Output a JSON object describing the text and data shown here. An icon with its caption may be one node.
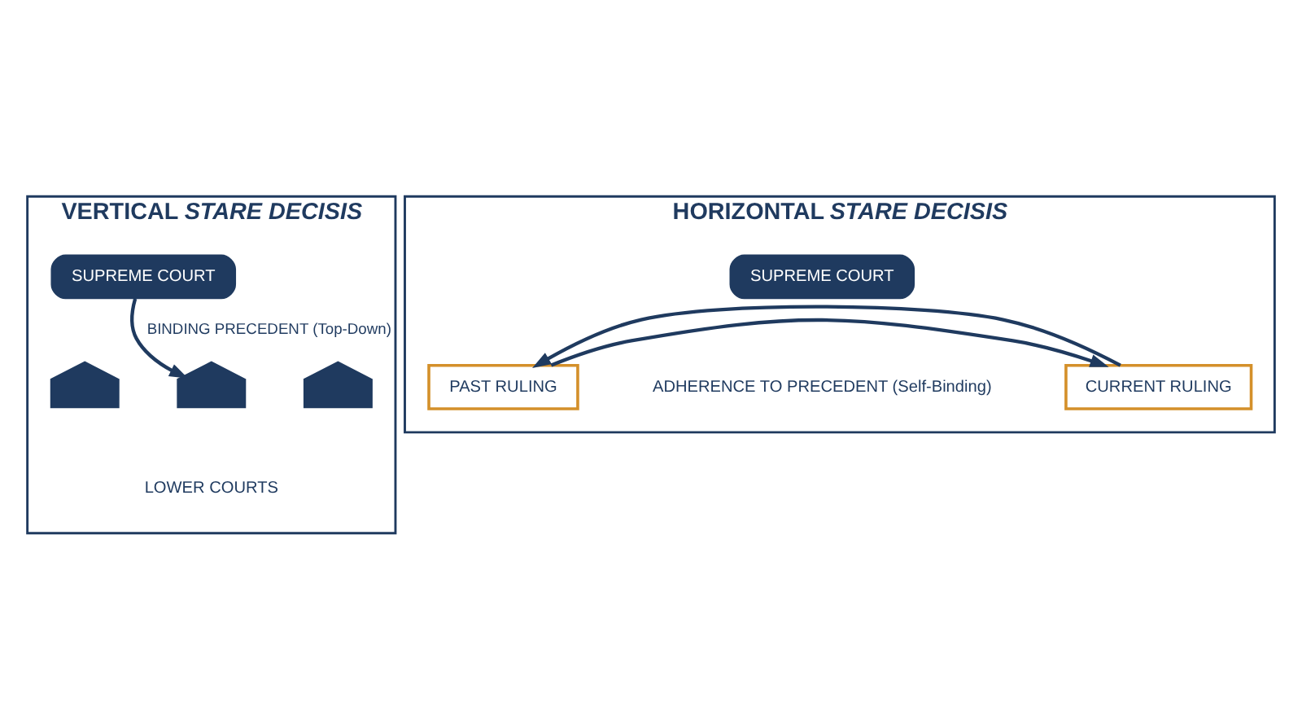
{
  "diagram": {
    "nodes": [
      {
        "text": [
          "VERTICAL *STARE DECISIS*"
        ]
      },
      {
        "text": [
          "SUPREME COURT"
        ],
        "in": 0
      },
      {
        "text": [],
        "shape": "building",
        "in": 0
      },
      {
        "text": [],
        "shape": "building",
        "in": 0
      },
      {
        "text": [],
        "shape": "building",
        "in": 0
      },
      {
        "text": [
          "HORIZONTAL *STARE DECISIS*"
        ]
      },
      {
        "text": [
          "SUPREME COURT"
        ],
        "in": 5
      },
      {
        "text": [
          "PAST RULING"
        ],
        "in": 5
      },
      {
        "text": [
          "CURRENT RULING"
        ],
        "in": 5
      }
    ],
    "edges": [
      {
        "from": 1,
        "to": 3,
        "arrow": "to",
        "label": "BINDING PRECEDENT (Top-Down)"
      },
      {
        "from": 7,
        "to": 8,
        "arrow": "to"
      },
      {
        "from": 8,
        "to": 7,
        "arrow": "to"
      }
    ],
    "labels": [
      "LOWER COURTS",
      "ADHERENCE TO PRECEDENT (Self-Binding)"
    ]
  }
}
